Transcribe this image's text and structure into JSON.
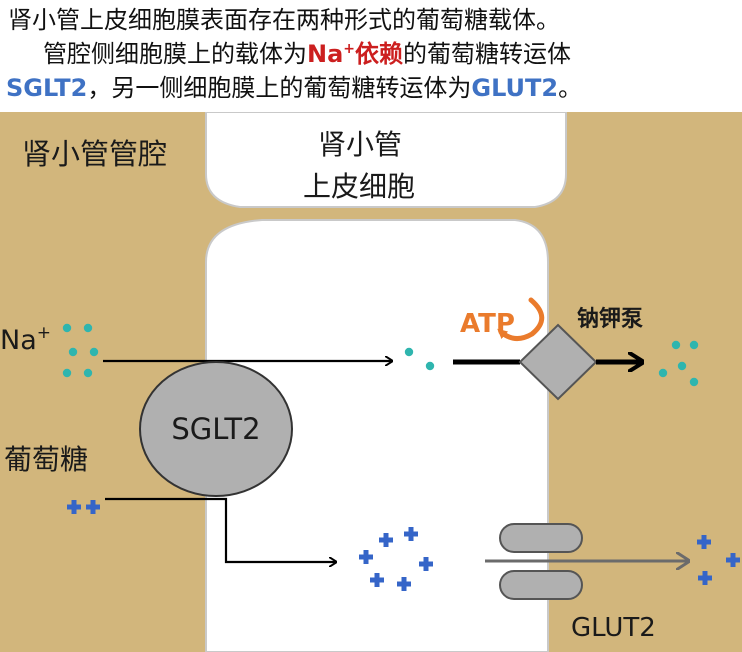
{
  "caption": {
    "line1": "肾小管上皮细胞膜表面存在两种形式的葡萄糖载体。",
    "line2_pre": "管腔侧细胞膜上的载体为",
    "line2_na": "Na",
    "line2_sup": "+",
    "line2_dep": "依赖",
    "line2_post": "的葡萄糖转运体",
    "line3_sglt": "SGLT2",
    "line3_mid": "，另一侧细胞膜上的葡萄糖转运体为",
    "line3_glut": "GLUT2",
    "line3_end": "。"
  },
  "diagram": {
    "lumen_label": "肾小管管腔",
    "cell_label_line1": "肾小管",
    "cell_label_line2": "上皮细胞",
    "na_label": "Na",
    "na_sup": "+",
    "glucose_label": "葡萄糖",
    "sglt2_label": "SGLT2",
    "atp_label": "ATP",
    "pump_label": "钠钾泵",
    "glut2_label": "GLUT2"
  },
  "colors": {
    "background_tan": "#d2b67c",
    "cell_white": "#ffffff",
    "cell_border": "#c9c9c9",
    "sodium_teal": "#2fb5ae",
    "glucose_blue": "#3565c8",
    "protein_gray": "#b0b0b0",
    "atp_orange": "#ea7b2c",
    "highlight_red": "#cc1f1f",
    "highlight_blue": "#3f72c4"
  }
}
